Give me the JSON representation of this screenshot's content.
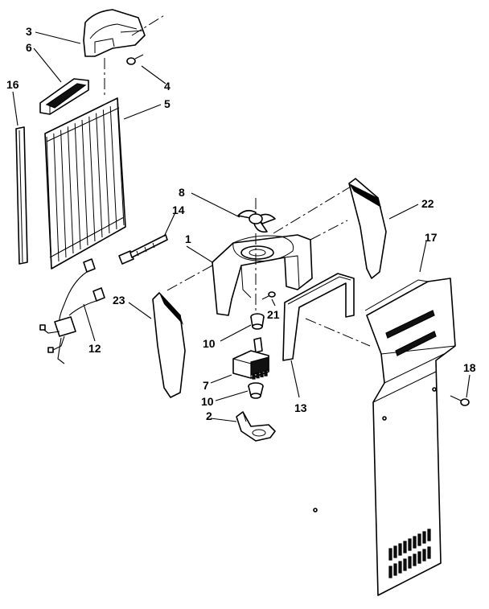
{
  "callouts": [
    {
      "id": "3",
      "part": "top-duct"
    },
    {
      "id": "6",
      "part": "damper-housing"
    },
    {
      "id": "4",
      "part": "screw-top"
    },
    {
      "id": "16",
      "part": "side-strip"
    },
    {
      "id": "5",
      "part": "evaporator-coil"
    },
    {
      "id": "8",
      "part": "fan-blade"
    },
    {
      "id": "14",
      "part": "heater-probe"
    },
    {
      "id": "22",
      "part": "side-baffle-right"
    },
    {
      "id": "17",
      "part": "rear-cover-panel"
    },
    {
      "id": "1",
      "part": "fan-shroud"
    },
    {
      "id": "23",
      "part": "side-baffle-left"
    },
    {
      "id": "21",
      "part": "shroud-screw"
    },
    {
      "id": "10",
      "part": "upper-grommet"
    },
    {
      "id": "12",
      "part": "wire-harness"
    },
    {
      "id": "13",
      "part": "channel-seal"
    },
    {
      "id": "7",
      "part": "fan-motor"
    },
    {
      "id": "18",
      "part": "panel-screw"
    },
    {
      "id": "2",
      "part": "motor-bracket"
    },
    {
      "id": "10b",
      "part": "lower-grommet",
      "label": "10"
    }
  ],
  "labels": {
    "l3": "3",
    "l6": "6",
    "l4": "4",
    "l16": "16",
    "l5": "5",
    "l8": "8",
    "l14": "14",
    "l22": "22",
    "l17": "17",
    "l1": "1",
    "l23": "23",
    "l21": "21",
    "l10a": "10",
    "l12": "12",
    "l13": "13",
    "l7": "7",
    "l10b": "10",
    "l18": "18",
    "l2": "2"
  }
}
